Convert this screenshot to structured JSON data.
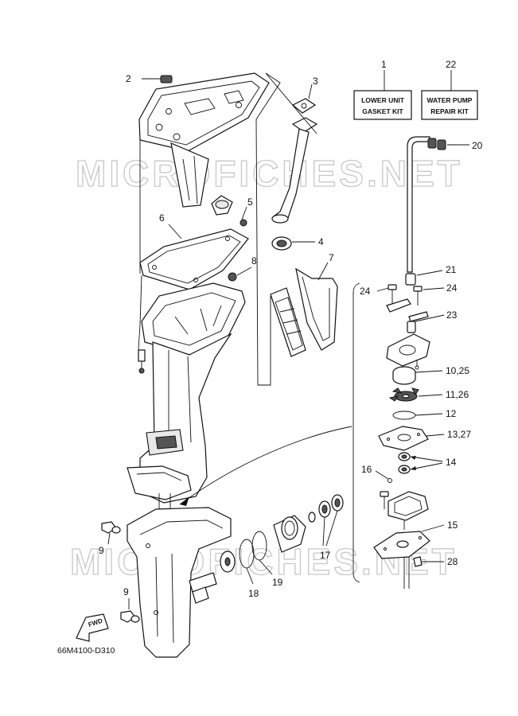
{
  "watermark": "MICROFICHES.NET",
  "diagram_code": "66M4100-D310",
  "fwd_label": "FWD",
  "kits": {
    "lower_unit": {
      "line1": "LOWER UNIT",
      "line2": "GASKET KIT"
    },
    "water_pump": {
      "line1": "WATER PUMP",
      "line2": "REPAIR KIT"
    }
  },
  "callouts": {
    "c1": "1",
    "c22": "22",
    "c2": "2",
    "c3": "3",
    "c20": "20",
    "c5": "5",
    "c4": "4",
    "c6": "6",
    "c7": "7",
    "c8": "8",
    "c21": "21",
    "c24a": "24",
    "c24b": "24",
    "c23": "23",
    "c10_25": "10,25",
    "c11_26": "11,26",
    "c12": "12",
    "c13_27": "13,27",
    "c14": "14",
    "c16": "16",
    "c15": "15",
    "c28": "28",
    "c9a": "9",
    "c9b": "9",
    "c17": "17",
    "c18": "18",
    "c19": "19"
  }
}
